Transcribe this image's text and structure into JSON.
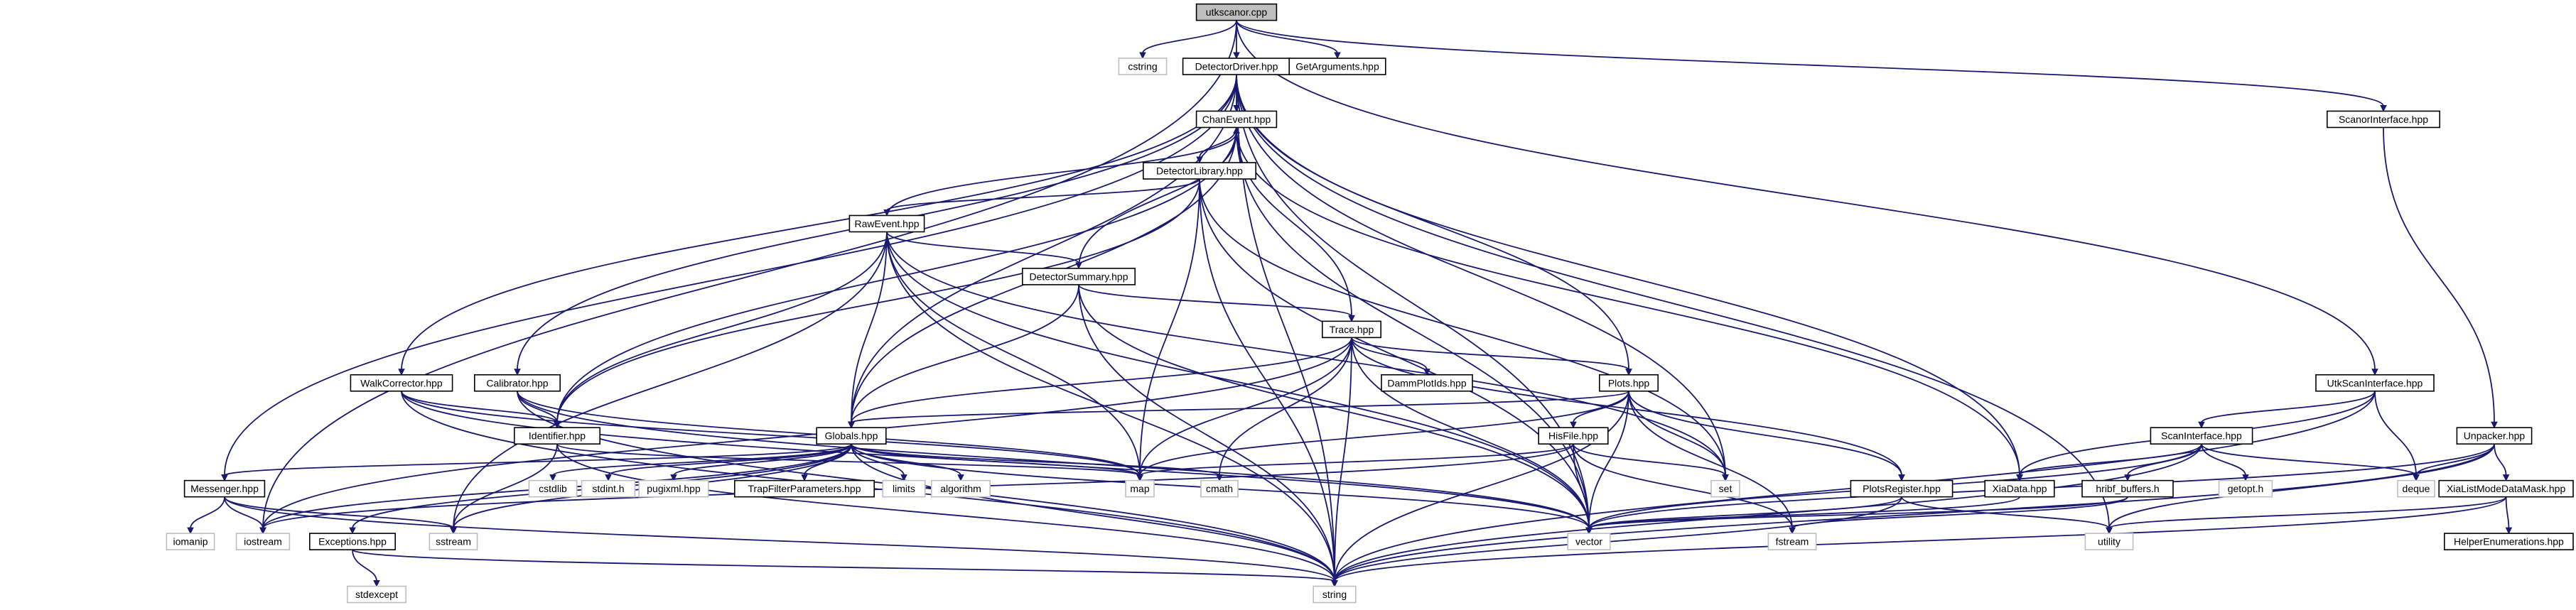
{
  "diagram": {
    "kind": "include-dependency-graph",
    "colors": {
      "edge": "#191970",
      "root_fill": "#bfbfbf",
      "node_border": "#000000",
      "external_border": "#bfbfbf",
      "background": "#ffffff"
    },
    "nodes": [
      {
        "id": "utkscanor",
        "label": "utkscanor.cpp",
        "kind": "root"
      },
      {
        "id": "cstring",
        "label": "cstring",
        "kind": "external"
      },
      {
        "id": "detectordriver",
        "label": "DetectorDriver.hpp",
        "kind": "header"
      },
      {
        "id": "getarguments",
        "label": "GetArguments.hpp",
        "kind": "header"
      },
      {
        "id": "scanorinterface",
        "label": "ScanorInterface.hpp",
        "kind": "header"
      },
      {
        "id": "chanevent",
        "label": "ChanEvent.hpp",
        "kind": "header"
      },
      {
        "id": "detectorlibrary",
        "label": "DetectorLibrary.hpp",
        "kind": "header"
      },
      {
        "id": "rawevent",
        "label": "RawEvent.hpp",
        "kind": "header"
      },
      {
        "id": "detectorsummary",
        "label": "DetectorSummary.hpp",
        "kind": "header"
      },
      {
        "id": "trace",
        "label": "Trace.hpp",
        "kind": "header"
      },
      {
        "id": "dammplotids",
        "label": "DammPlotIds.hpp",
        "kind": "header"
      },
      {
        "id": "plots",
        "label": "Plots.hpp",
        "kind": "header"
      },
      {
        "id": "hisfile",
        "label": "HisFile.hpp",
        "kind": "header"
      },
      {
        "id": "plotsregister",
        "label": "PlotsRegister.hpp",
        "kind": "header"
      },
      {
        "id": "walkcorrector",
        "label": "WalkCorrector.hpp",
        "kind": "header"
      },
      {
        "id": "calibrator",
        "label": "Calibrator.hpp",
        "kind": "header"
      },
      {
        "id": "identifier",
        "label": "Identifier.hpp",
        "kind": "header"
      },
      {
        "id": "globals",
        "label": "Globals.hpp",
        "kind": "header"
      },
      {
        "id": "messenger",
        "label": "Messenger.hpp",
        "kind": "header"
      },
      {
        "id": "exceptions",
        "label": "Exceptions.hpp",
        "kind": "header"
      },
      {
        "id": "trapfilterparameters",
        "label": "TrapFilterParameters.hpp",
        "kind": "header"
      },
      {
        "id": "xiadata",
        "label": "XiaData.hpp",
        "kind": "header"
      },
      {
        "id": "utkscaninterface",
        "label": "UtkScanInterface.hpp",
        "kind": "header"
      },
      {
        "id": "scaninterface",
        "label": "ScanInterface.hpp",
        "kind": "header"
      },
      {
        "id": "hribfbuffers",
        "label": "hribf_buffers.h",
        "kind": "header"
      },
      {
        "id": "unpacker",
        "label": "Unpacker.hpp",
        "kind": "header"
      },
      {
        "id": "xialistmodedatamask",
        "label": "XiaListModeDataMask.hpp",
        "kind": "header"
      },
      {
        "id": "helperenumerations",
        "label": "HelperEnumerations.hpp",
        "kind": "header"
      },
      {
        "id": "cstdlib",
        "label": "cstdlib",
        "kind": "external"
      },
      {
        "id": "stdinth",
        "label": "stdint.h",
        "kind": "external"
      },
      {
        "id": "pugixml",
        "label": "pugixml.hpp",
        "kind": "external"
      },
      {
        "id": "limits",
        "label": "limits",
        "kind": "external"
      },
      {
        "id": "algorithm",
        "label": "algorithm",
        "kind": "external"
      },
      {
        "id": "map",
        "label": "map",
        "kind": "external"
      },
      {
        "id": "cmath",
        "label": "cmath",
        "kind": "external"
      },
      {
        "id": "set",
        "label": "set",
        "kind": "external"
      },
      {
        "id": "iomanip",
        "label": "iomanip",
        "kind": "external"
      },
      {
        "id": "iostream",
        "label": "iostream",
        "kind": "external"
      },
      {
        "id": "sstream",
        "label": "sstream",
        "kind": "external"
      },
      {
        "id": "vector",
        "label": "vector",
        "kind": "external"
      },
      {
        "id": "fstream",
        "label": "fstream",
        "kind": "external"
      },
      {
        "id": "utility",
        "label": "utility",
        "kind": "external"
      },
      {
        "id": "string",
        "label": "string",
        "kind": "external"
      },
      {
        "id": "stdexcept",
        "label": "stdexcept",
        "kind": "external"
      },
      {
        "id": "getopth",
        "label": "getopt.h",
        "kind": "external"
      },
      {
        "id": "deque",
        "label": "deque",
        "kind": "external"
      }
    ],
    "edges": [
      [
        "utkscanor",
        "cstring"
      ],
      [
        "utkscanor",
        "detectordriver"
      ],
      [
        "utkscanor",
        "getarguments"
      ],
      [
        "utkscanor",
        "scanorinterface"
      ],
      [
        "utkscanor",
        "utkscaninterface"
      ],
      [
        "utkscanor",
        "iostream"
      ],
      [
        "detectordriver",
        "chanevent"
      ],
      [
        "detectordriver",
        "globals"
      ],
      [
        "detectordriver",
        "messenger"
      ],
      [
        "detectordriver",
        "walkcorrector"
      ],
      [
        "detectordriver",
        "calibrator"
      ],
      [
        "detectordriver",
        "plots"
      ],
      [
        "detectordriver",
        "set"
      ],
      [
        "detectordriver",
        "vector"
      ],
      [
        "detectordriver",
        "xiadata"
      ],
      [
        "detectordriver",
        "string"
      ],
      [
        "detectordriver",
        "utility"
      ],
      [
        "chanevent",
        "detectorlibrary"
      ],
      [
        "chanevent",
        "trace"
      ],
      [
        "chanevent",
        "identifier"
      ],
      [
        "chanevent",
        "globals"
      ],
      [
        "chanevent",
        "xiadata"
      ],
      [
        "chanevent",
        "vector"
      ],
      [
        "detectorlibrary",
        "rawevent"
      ],
      [
        "detectorlibrary",
        "identifier"
      ],
      [
        "detectorlibrary",
        "map"
      ],
      [
        "detectorlibrary",
        "set"
      ],
      [
        "detectorlibrary",
        "string"
      ],
      [
        "detectorlibrary",
        "vector"
      ],
      [
        "rawevent",
        "chanevent"
      ],
      [
        "rawevent",
        "detectorsummary"
      ],
      [
        "rawevent",
        "globals"
      ],
      [
        "rawevent",
        "identifier"
      ],
      [
        "rawevent",
        "map"
      ],
      [
        "rawevent",
        "set"
      ],
      [
        "rawevent",
        "string"
      ],
      [
        "rawevent",
        "vector"
      ],
      [
        "rawevent",
        "sstream"
      ],
      [
        "detectorsummary",
        "chanevent"
      ],
      [
        "detectorsummary",
        "trace"
      ],
      [
        "detectorsummary",
        "globals"
      ],
      [
        "detectorsummary",
        "string"
      ],
      [
        "detectorsummary",
        "vector"
      ],
      [
        "trace",
        "dammplotids"
      ],
      [
        "trace",
        "plots"
      ],
      [
        "trace",
        "plotsregister"
      ],
      [
        "trace",
        "globals"
      ],
      [
        "trace",
        "map"
      ],
      [
        "trace",
        "cmath"
      ],
      [
        "trace",
        "string"
      ],
      [
        "trace",
        "vector"
      ],
      [
        "trace",
        "iostream"
      ],
      [
        "plots",
        "hisfile"
      ],
      [
        "plots",
        "plotsregister"
      ],
      [
        "plots",
        "globals"
      ],
      [
        "plots",
        "map"
      ],
      [
        "plots",
        "set"
      ],
      [
        "plots",
        "string"
      ],
      [
        "plots",
        "vector"
      ],
      [
        "plots",
        "fstream"
      ],
      [
        "hisfile",
        "map"
      ],
      [
        "hisfile",
        "set"
      ],
      [
        "hisfile",
        "vector"
      ],
      [
        "hisfile",
        "fstream"
      ],
      [
        "hisfile",
        "iostream"
      ],
      [
        "plotsregister",
        "string"
      ],
      [
        "plotsregister",
        "vector"
      ],
      [
        "plotsregister",
        "utility"
      ],
      [
        "walkcorrector",
        "identifier"
      ],
      [
        "walkcorrector",
        "map"
      ],
      [
        "walkcorrector",
        "string"
      ],
      [
        "walkcorrector",
        "vector"
      ],
      [
        "calibrator",
        "identifier"
      ],
      [
        "calibrator",
        "map"
      ],
      [
        "calibrator",
        "string"
      ],
      [
        "calibrator",
        "vector"
      ],
      [
        "identifier",
        "map"
      ],
      [
        "identifier",
        "sstream"
      ],
      [
        "identifier",
        "string"
      ],
      [
        "globals",
        "messenger"
      ],
      [
        "globals",
        "exceptions"
      ],
      [
        "globals",
        "cstdlib"
      ],
      [
        "globals",
        "stdinth"
      ],
      [
        "globals",
        "pugixml"
      ],
      [
        "globals",
        "trapfilterparameters"
      ],
      [
        "globals",
        "limits"
      ],
      [
        "globals",
        "algorithm"
      ],
      [
        "globals",
        "map"
      ],
      [
        "globals",
        "cmath"
      ],
      [
        "globals",
        "string"
      ],
      [
        "globals",
        "vector"
      ],
      [
        "globals",
        "iostream"
      ],
      [
        "globals",
        "sstream"
      ],
      [
        "messenger",
        "iomanip"
      ],
      [
        "messenger",
        "iostream"
      ],
      [
        "messenger",
        "sstream"
      ],
      [
        "messenger",
        "string"
      ],
      [
        "exceptions",
        "stdexcept"
      ],
      [
        "exceptions",
        "string"
      ],
      [
        "xiadata",
        "vector"
      ],
      [
        "scanorinterface",
        "unpacker"
      ],
      [
        "utkscaninterface",
        "scaninterface"
      ],
      [
        "utkscaninterface",
        "xiadata"
      ],
      [
        "utkscaninterface",
        "deque"
      ],
      [
        "utkscaninterface",
        "string"
      ],
      [
        "scaninterface",
        "xiadata"
      ],
      [
        "scaninterface",
        "hribfbuffers"
      ],
      [
        "scaninterface",
        "getopth"
      ],
      [
        "scaninterface",
        "deque"
      ],
      [
        "scaninterface",
        "vector"
      ],
      [
        "scaninterface",
        "string"
      ],
      [
        "hribfbuffers",
        "vector"
      ],
      [
        "hribfbuffers",
        "fstream"
      ],
      [
        "unpacker",
        "xialistmodedatamask"
      ],
      [
        "unpacker",
        "deque"
      ],
      [
        "unpacker",
        "vector"
      ],
      [
        "unpacker",
        "utility"
      ],
      [
        "unpacker",
        "string"
      ],
      [
        "xialistmodedatamask",
        "helperenumerations"
      ],
      [
        "xialistmodedatamask",
        "utility"
      ],
      [
        "xialistmodedatamask",
        "string"
      ]
    ]
  }
}
